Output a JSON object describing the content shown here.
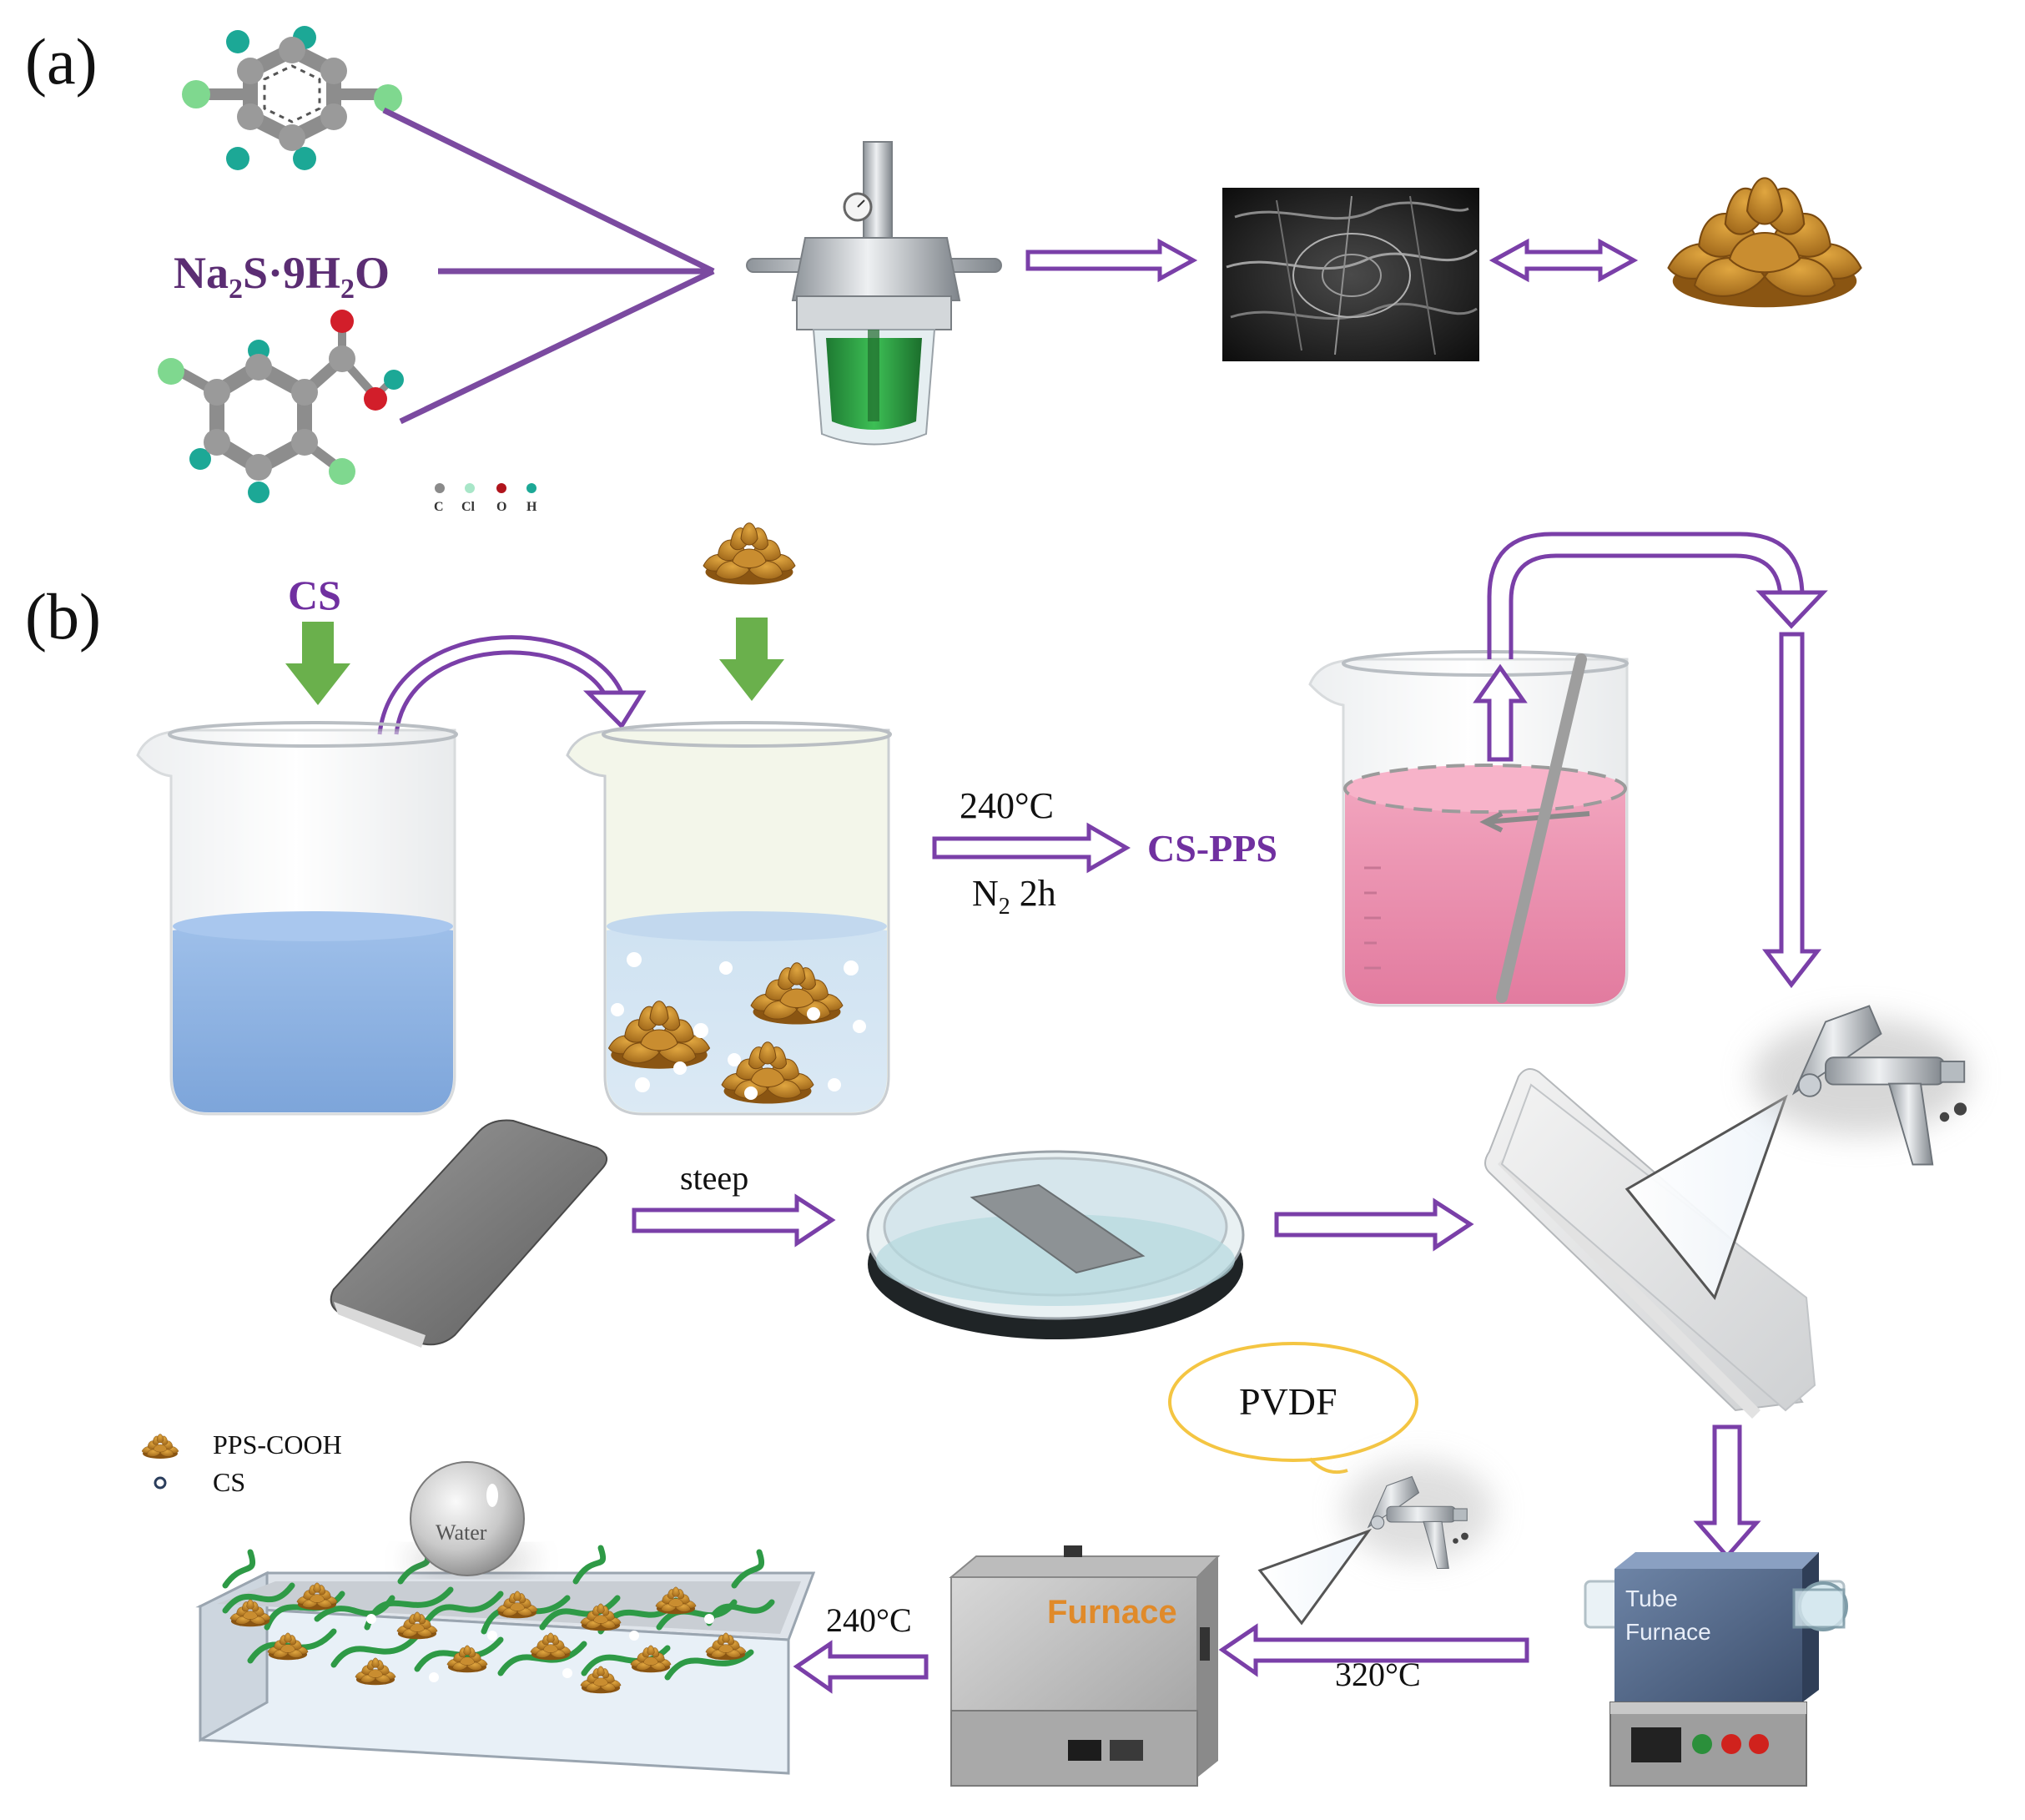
{
  "panels": {
    "a": {
      "label": "(a)"
    },
    "b": {
      "label": "(b)"
    }
  },
  "reagents": {
    "sodium_sulfide": {
      "main": "Na",
      "sub1": "2",
      "mid": "S·9H",
      "sub2": "2",
      "end": "O"
    }
  },
  "atom_legend": [
    "C",
    "Cl",
    "O",
    "H"
  ],
  "labels": {
    "cs_top": "CS",
    "reaction_temp": "240°C",
    "reaction_atm_main": "N",
    "reaction_atm_sub": "2",
    "reaction_atm_time": " 2h",
    "product": "CS-PPS",
    "steep": "steep",
    "pvdf": "PVDF",
    "temp_320": "320°C",
    "temp_240_bottom": "240°C",
    "tube_furnace_line1": "Tube",
    "tube_furnace_line2": "Furnace",
    "furnace": "Furnace",
    "water": "Water",
    "legend_pps": "PPS-COOH",
    "legend_cs": "CS"
  },
  "colors": {
    "arrow_purple": "#7a3fa8",
    "text_purple": "#7030a0",
    "green_arrow": "#6ab04c",
    "flower": "#b9802a",
    "water_blue": "#8fb4e2",
    "pink_liquid": "#ea8fae",
    "fiber_green": "#2e9a46"
  }
}
